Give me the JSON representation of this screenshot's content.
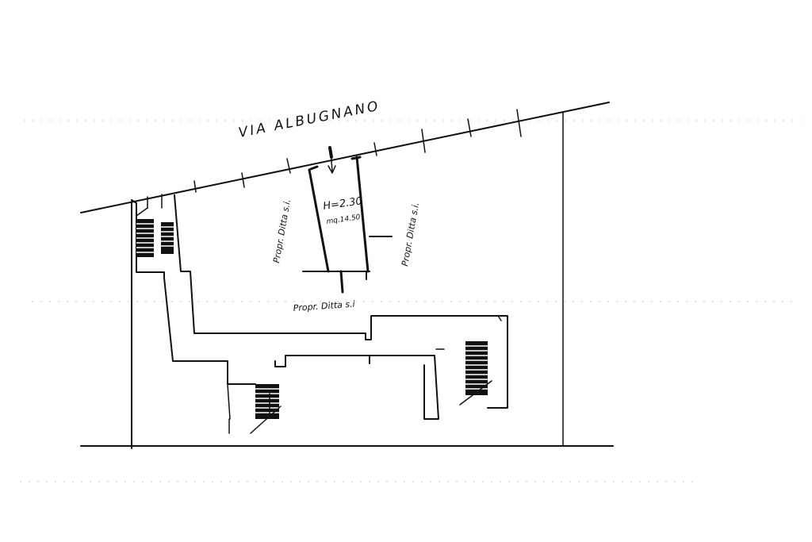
{
  "street": {
    "name": "VIA ALBUGNANO"
  },
  "unit": {
    "height_label": "H=2.30",
    "area_label": "mq.14.50"
  },
  "neighbors": {
    "left": "Propr. Ditta s.i.",
    "right": "Propr. Ditta s.i.",
    "bottom": "Propr. Ditta s.i"
  },
  "icons": [
    "entrance-arrow-icon",
    "stair-icon"
  ]
}
